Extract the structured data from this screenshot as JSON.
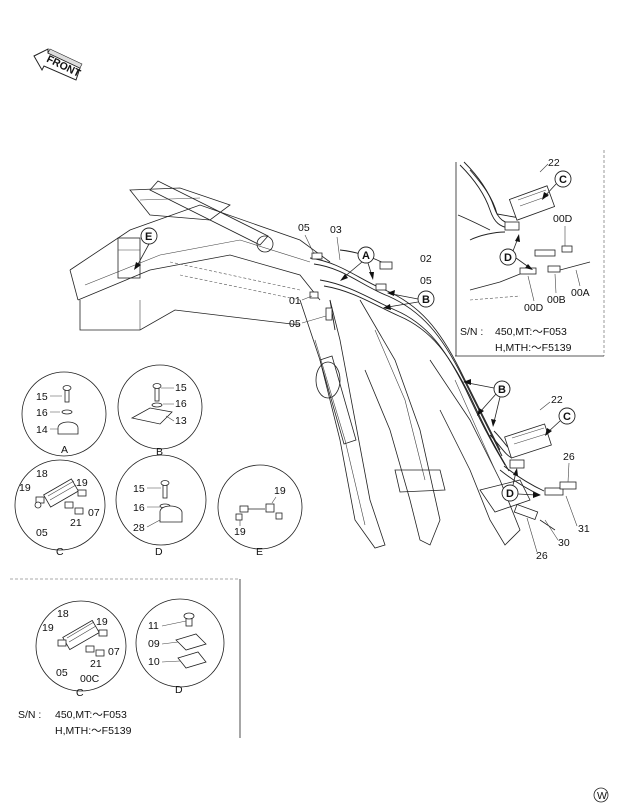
{
  "front_arrow": {
    "label": "FRONT",
    "icon": "front-arrow-icon"
  },
  "watermark": {
    "letter": "W"
  },
  "serial_note_top": {
    "sn_label": "S/N :",
    "line1": "450,MT:～F053",
    "line2": "H,MTH:～F5139"
  },
  "serial_note_bottom": {
    "sn_label": "S/N :",
    "line1": "450,MT:～F053",
    "line2": "H,MTH:～F5139"
  },
  "main_callouts": {
    "e": "E",
    "a": "A",
    "b": "B",
    "n05a": "05",
    "n03": "03",
    "n02": "02",
    "n05b": "05",
    "n01": "01",
    "n05c": "05"
  },
  "inset_top": {
    "n22": "22",
    "c": "C",
    "n00D_a": "00D",
    "d": "D",
    "n00D_b": "00D",
    "n00B": "00B",
    "n00A": "00A"
  },
  "lower_right": {
    "b": "B",
    "n22": "22",
    "c": "C",
    "n26a": "26",
    "d": "D",
    "n31": "31",
    "n30": "30",
    "n26b": "26"
  },
  "detail_a": {
    "caption": "A",
    "n15": "15",
    "n16": "16",
    "n14": "14"
  },
  "detail_b": {
    "caption": "B",
    "n15": "15",
    "n16": "16",
    "n13": "13"
  },
  "detail_c": {
    "caption": "C",
    "n18": "18",
    "n19a": "19",
    "n19b": "19",
    "n07": "07",
    "n21": "21",
    "n05": "05"
  },
  "detail_d": {
    "caption": "D",
    "n15": "15",
    "n16": "16",
    "n28": "28"
  },
  "detail_e": {
    "caption": "E",
    "n19a": "19",
    "n19b": "19"
  },
  "detail_c2": {
    "caption": "C",
    "n18": "18",
    "n19a": "19",
    "n19b": "19",
    "n07": "07",
    "n21": "21",
    "n05": "05",
    "n00C": "00C"
  },
  "detail_d2": {
    "caption": "D",
    "n11": "11",
    "n09": "09",
    "n10": "10"
  }
}
